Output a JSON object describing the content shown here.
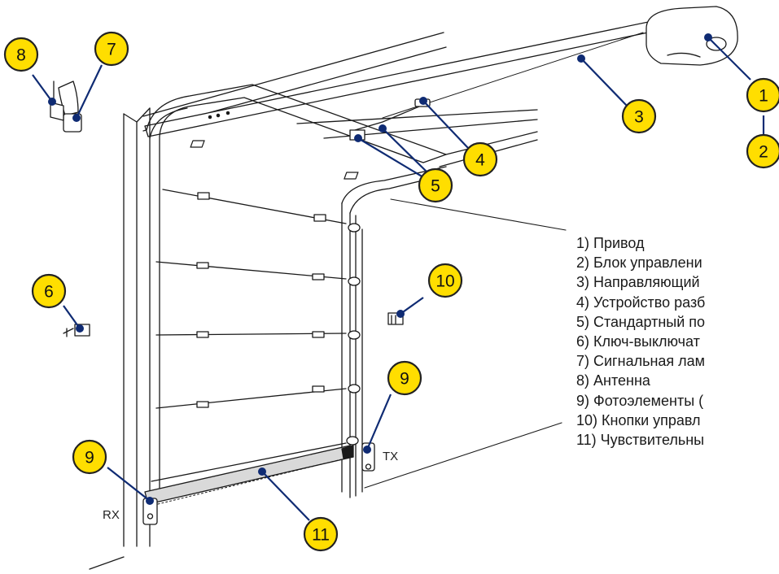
{
  "colors": {
    "leader": "#0f2b73",
    "marker": "#0f2b73",
    "circle_fill": "#ffde00",
    "circle_stroke": "#222222",
    "line": "#1a1a1a",
    "sensitive_edge": "#d9d9d9"
  },
  "callouts": [
    {
      "id": "1",
      "label": "1"
    },
    {
      "id": "2",
      "label": "2"
    },
    {
      "id": "3",
      "label": "3"
    },
    {
      "id": "4",
      "label": "4"
    },
    {
      "id": "5",
      "label": "5"
    },
    {
      "id": "6",
      "label": "6"
    },
    {
      "id": "7",
      "label": "7"
    },
    {
      "id": "8",
      "label": "8"
    },
    {
      "id": "9a",
      "label": "9"
    },
    {
      "id": "9b",
      "label": "9"
    },
    {
      "id": "10",
      "label": "10"
    },
    {
      "id": "11",
      "label": "11"
    }
  ],
  "labels": {
    "rx": "RX",
    "tx": "TX"
  },
  "legend": [
    "1) Привод",
    "2) Блок управлени",
    "3) Направляющий",
    "4) Устройство разб",
    "5) Стандартный по",
    "6) Ключ-выключат",
    "7) Сигнальная лам",
    "8) Антенна",
    "9) Фотоэлементы (",
    "10) Кнопки управл",
    "11) Чувствительны"
  ]
}
